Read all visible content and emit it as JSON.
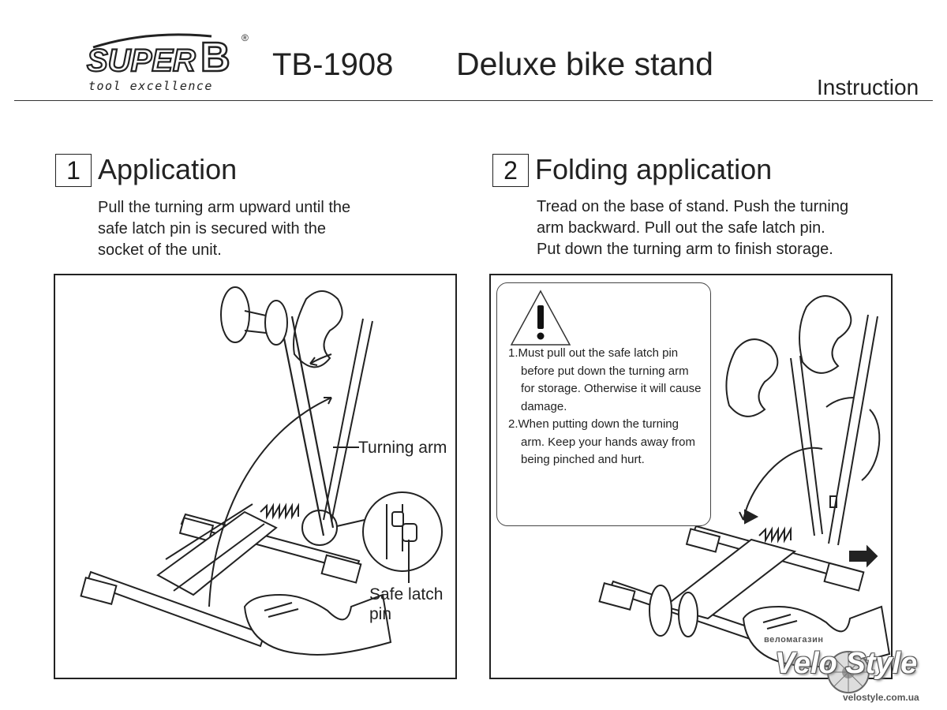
{
  "header": {
    "brand_super": "SUPER",
    "brand_letter": "B",
    "registered": "®",
    "tagline": "tool excellence",
    "model": "TB-1908",
    "title": "Deluxe bike stand",
    "instruction_label": "Instruction"
  },
  "sections": [
    {
      "number": "1",
      "title": "Application",
      "lines": [
        "Pull the turning arm upward until the",
        "safe latch pin is secured with the",
        "socket of the unit."
      ]
    },
    {
      "number": "2",
      "title": "Folding application",
      "lines": [
        "Tread on the base of stand. Push the turning",
        "arm backward. Pull out the safe latch pin.",
        "Put down the turning arm to finish storage."
      ]
    }
  ],
  "callouts": {
    "turning_arm": "Turning arm",
    "safe_latch_line1": "Safe latch",
    "safe_latch_line2": "pin"
  },
  "warning": {
    "icon": "warning-triangle-icon",
    "items": [
      "1.Must pull out the safe latch pin before put down the turning arm for storage. Otherwise it will cause damage.",
      "2.When putting down the turning arm. Keep your hands away from being pinched and hurt."
    ]
  },
  "watermark": {
    "top": "веломагазин",
    "brand": "Velo Style",
    "url": "velostyle.com.ua"
  }
}
